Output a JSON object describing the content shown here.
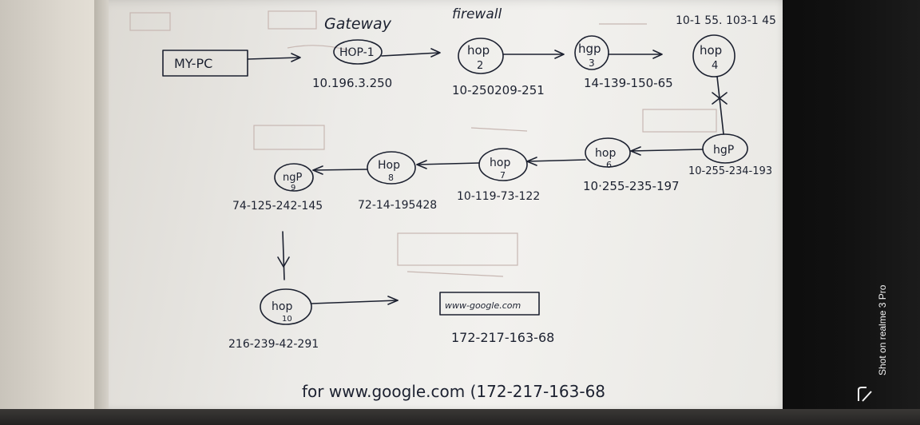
{
  "photo": {
    "description_colors": {
      "ink": "#1c2130",
      "paper": "#eeede9",
      "ghost_ink": "#b6a6a2"
    }
  },
  "sketch": {
    "labels": {
      "gateway": "Gateway",
      "firewall": "firewall",
      "top_right_ip": "10-1 55. 103-1 45"
    },
    "source_box": "MY-PC",
    "hops": [
      {
        "id": "hop1",
        "label": "HOP-1",
        "ip": "10.196.3.250"
      },
      {
        "id": "hop2",
        "label": "hop",
        "num": "2",
        "ip": "10-250209-251"
      },
      {
        "id": "hop3",
        "label": "hgp",
        "num": "3",
        "ip": "14-139-150-65"
      },
      {
        "id": "hop4",
        "label": "hop",
        "num": "4"
      },
      {
        "id": "hop5",
        "label": "hgP",
        "ip": "10-255-234-193"
      },
      {
        "id": "hop6",
        "label": "hop",
        "num": "6",
        "ip": "10·255-235-197"
      },
      {
        "id": "hop7",
        "label": "hop",
        "num": "7",
        "ip": "10-119-73-122"
      },
      {
        "id": "hop8",
        "label": "Hop",
        "num": "8",
        "ip": "72-14-195428"
      },
      {
        "id": "hop9",
        "label": "ngP",
        "num": "9",
        "ip": "74-125-242-145"
      },
      {
        "id": "hop10",
        "label": "hop",
        "num": "10",
        "ip": "216-239-42-291"
      }
    ],
    "destination_box": "www-google.com",
    "destination_ip": "172-217-163-68",
    "footer_note": "for www.google.com (172-217-163-68"
  },
  "watermark": {
    "text": "Shot on realme 3 Pro",
    "logo_icon": "realme-logo-icon"
  }
}
